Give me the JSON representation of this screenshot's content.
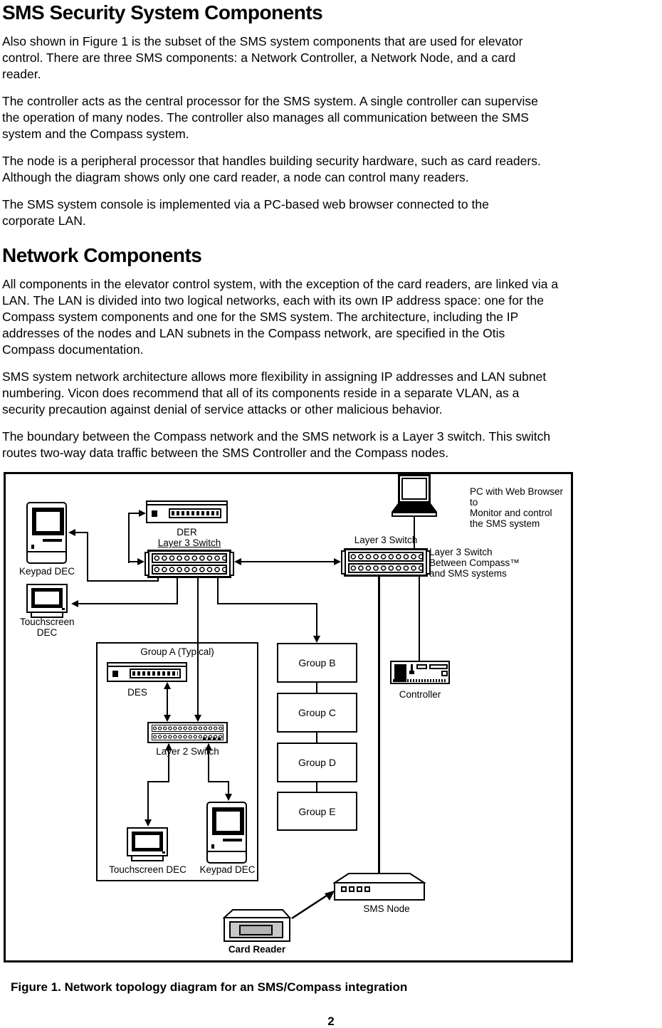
{
  "document": {
    "heading_components": "SMS Security System Components",
    "para_intro": [
      "Also shown in Figure 1 is the subset of the SMS system components that are used for elevator",
      "control. There are three SMS components: a Network Controller, a Network Node, and a card",
      "reader."
    ],
    "para_controller": [
      "The controller acts as the central processor for the SMS system. A single controller can supervise",
      "the operation of many nodes. The controller also manages all communication between the SMS",
      "system and the Compass system."
    ],
    "para_node": [
      "The node is a peripheral processor that handles building security hardware, such as card readers.",
      "Although the diagram shows only one card reader, a node can control many readers."
    ],
    "para_console": [
      "The SMS system console is implemented via a PC-based web browser connected to the",
      "corporate LAN."
    ],
    "heading_network": "Network Components",
    "para_lan": [
      "All components in the elevator control system, with the exception of the card readers, are linked via a",
      "LAN. The LAN is divided into two logical networks, each with its own IP address space: one for the",
      "Compass system components and one for the SMS system. The architecture, including the IP",
      "addresses of the nodes and LAN subnets in the Compass network, are specified in the Otis",
      "Compass documentation."
    ],
    "para_vlan": [
      "SMS system network architecture allows more flexibility in assigning IP addresses and LAN subnet",
      "numbering. Vicon does recommend that all of its components reside in a separate VLAN, as a",
      "security precaution against denial of service attacks or other malicious behavior."
    ],
    "para_boundary": [
      "The boundary between the Compass network and the SMS network is a Layer 3 switch. This switch",
      "routes two-way data traffic between the SMS Controller and the Compass nodes."
    ],
    "figure_caption": "Figure 1. Network topology diagram for an SMS/Compass integration",
    "page_number": "2"
  },
  "diagram": {
    "keypad_dec_top": "Keypad DEC",
    "touchscreen_dec_top": [
      "Touchscreen",
      "DEC"
    ],
    "der": "DER",
    "layer3_switch_left": "Layer 3 Switch",
    "layer3_switch_right": "Layer 3 Switch",
    "pc_note": [
      "PC with Web Browser to",
      "Monitor and control",
      "the SMS system"
    ],
    "switch_note": [
      "Layer 3 Switch",
      "Between Compass™",
      "and SMS systems"
    ],
    "group_a": "Group A (Typical)",
    "des": "DES",
    "layer2_switch": "Layer 2 Switch",
    "touchscreen_dec_a": "Touchscreen DEC",
    "keypad_dec_a": "Keypad DEC",
    "group_b": "Group B",
    "group_c": "Group C",
    "group_d": "Group D",
    "group_e": "Group E",
    "controller": "Controller",
    "sms_node": "SMS Node",
    "card_reader": "Card Reader"
  }
}
